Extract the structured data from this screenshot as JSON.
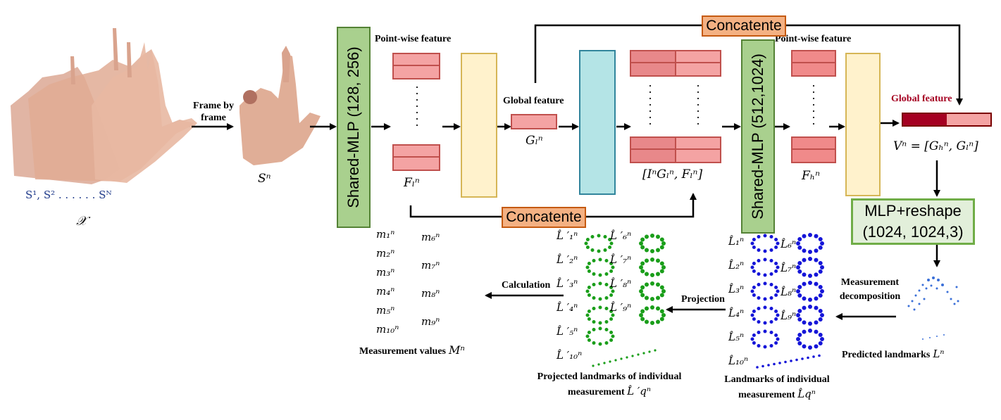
{
  "labels": {
    "frame_by_frame": "Frame by frame",
    "s_seq": "S¹, S² . . . . . . Sᴺ",
    "x_set": "𝒳",
    "s_n": "Sⁿ",
    "shared_mlp_1": "Shared-MLP (128, 256)",
    "shared_mlp_2": "Shared-MLP (512,1024)",
    "pointwise_1": "Point-wise feature",
    "pointwise_2": "Point-wise feature",
    "global_feature_1": "Global feature",
    "global_feature_2": "Global feature",
    "f_l": "Fₗⁿ",
    "g_l": "Gₗⁿ",
    "concat_expr": "[IⁿGₗⁿ, Fₗⁿ]",
    "f_h": "Fₕⁿ",
    "v_n": "Vⁿ = [Gₕⁿ, Gₗⁿ]",
    "concat_top": "Concatente",
    "concat_bottom": "Concatente",
    "mlp_reshape_line1": "MLP+reshape",
    "mlp_reshape_line2": "(1024, 1024,3)",
    "measurement_decomposition": "Measurement decomposition",
    "predicted_landmarks": "Predicted landmarks",
    "predicted_landmarks_math": "Lⁿ",
    "projection": "Projection",
    "calculation": "Calculation",
    "landmarks_individual": "Landmarks of individual measurement",
    "landmarks_individual_math": "L̂qⁿ",
    "projected_landmarks": "Projected landmarks of individual measurement",
    "projected_landmarks_math": "L̂ ′qⁿ",
    "measurement_values": "Measurement  values",
    "measurement_values_math": "Mⁿ"
  },
  "measurements_left": [
    "m₁ⁿ",
    "m₂ⁿ",
    "m₃ⁿ",
    "m₄ⁿ",
    "m₅ⁿ",
    "m₁₀ⁿ"
  ],
  "measurements_right": [
    "m₆ⁿ",
    "m₇ⁿ",
    "m₈ⁿ",
    "m₉ⁿ"
  ],
  "projected_left": [
    "L̂ ′₁ⁿ",
    "L̂ ′₂ⁿ",
    "L̂ ′₃ⁿ",
    "L̂ ′₄ⁿ",
    "L̂ ′₅ⁿ",
    "L̂ ′₁₀ⁿ"
  ],
  "projected_right": [
    "L̂ ′₆ⁿ",
    "L̂ ′₇ⁿ",
    "L̂ ′₈ⁿ",
    "L̂ ′₉ⁿ"
  ],
  "landmarks_left": [
    "L̂₁ⁿ",
    "L̂₂ⁿ",
    "L̂₃ⁿ",
    "L̂₄ⁿ",
    "L̂₅ⁿ",
    "L̂₁₀ⁿ"
  ],
  "landmarks_right": [
    "L̂₆ⁿ",
    "L̂₇ⁿ",
    "L̂₈ⁿ",
    "L̂₉ⁿ"
  ],
  "colors": {
    "mlp_green": "#a9d08e",
    "concat_orange": "#f4b183",
    "feature_pink": "#f4a3a3",
    "maxpool_yellow": "#fff2cc",
    "teal_block": "#b4e4e6",
    "global_dark_red": "#a50021",
    "green_points": "#1a9e1a",
    "blue_points": "#1515d8"
  }
}
